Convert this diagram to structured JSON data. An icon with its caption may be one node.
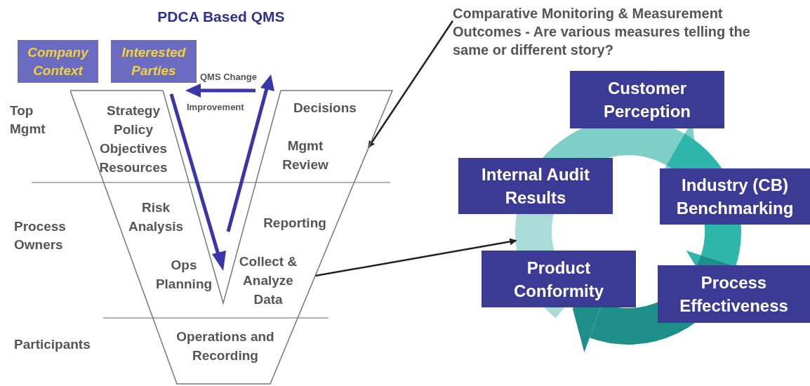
{
  "diagram": {
    "title": "PDCA Based QMS",
    "nodes": [
      {
        "text": [
          "Company Context"
        ]
      },
      {
        "text": [
          "Interested Parties"
        ]
      },
      {
        "text": [
          "Strategy Policy Objectives Resources",
          "Decisions",
          "Mgmt Review",
          "Risk Analysis",
          "Reporting",
          "Ops Planning",
          "Collect & Analyze Data",
          "Operations and Recording"
        ]
      },
      {
        "text": [
          "**Comparative Monitoring & Measurement Outcomes** - Are various measures telling the same or different story?"
        ]
      },
      {
        "text": [
          "Customer Perception"
        ]
      },
      {
        "text": [
          "Internal Audit Results"
        ]
      },
      {
        "text": [
          "Industry (CB) Benchmarking"
        ]
      },
      {
        "text": [
          "Product Conformity"
        ]
      },
      {
        "text": [
          "Process Effectiveness"
        ]
      },
      {
        "text": [],
        "shape": "picture"
      }
    ],
    "edges": [
      {
        "from": 3,
        "to": 2,
        "arrow": "to"
      },
      {
        "from": 2,
        "to": 9,
        "arrow": "to"
      }
    ],
    "labels": [
      "QMS Change",
      "Top Mgmt",
      "Improvement",
      "Process Owners",
      "Participants"
    ]
  }
}
